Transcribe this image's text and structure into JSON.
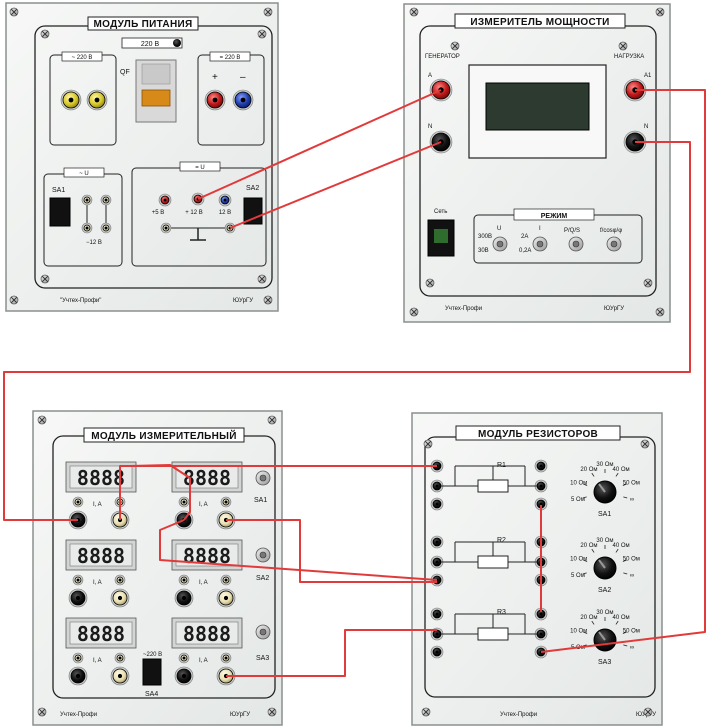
{
  "colors": {
    "panel": "#eef1f0",
    "panel_border": "#7d8582",
    "wire": "#e13a3a",
    "socket_black": "#111111",
    "socket_yellow": "#d7c92a",
    "socket_red": "#c01818",
    "socket_blue": "#1f3fae",
    "display_bg": "#1a1a1a",
    "display_segment": "#2b2b2b",
    "lcd": "#2d3a30"
  },
  "power_module": {
    "title": "МОДУЛЬ ПИТАНИЯ",
    "mains_label": "220 В",
    "ac_label": "~ 220 В",
    "dc_label": "= 220 В",
    "breaker_label": "QF",
    "plus": "+",
    "minus": "–",
    "sa1": "SA1",
    "sa2": "SA2",
    "ac_u": "~ U",
    "dc_u": "= U",
    "minus_12": "−12 В",
    "plus_5": "+5 В",
    "plus_12": "+ 12 В",
    "v12": "12 В",
    "brand": "\"Учтех-Профи\"",
    "uni": "ЮУрГУ"
  },
  "power_meter": {
    "title": "ИЗМЕРИТЕЛЬ МОЩНОСТИ",
    "generator": "ГЕНЕРАТОР",
    "load": "НАГРУЗКА",
    "a": "A",
    "a1": "A1",
    "n_left": "N",
    "n_right": "N",
    "net": "Сеть",
    "mode": "РЕЖИМ",
    "u_label": "U",
    "i_label": "I",
    "v300": "300В",
    "v30": "30В",
    "a2": "2A",
    "a02": "0,2A",
    "pqs": "P/Q/S",
    "fcos": "f/cosφ/φ",
    "brand": "Учтех-Профи",
    "uni": "ЮУрГУ"
  },
  "measure_module": {
    "title": "МОДУЛЬ ИЗМЕРИТЕЛЬНЫЙ",
    "display_text": "8888",
    "ia": "I, A",
    "sa1": "SA1",
    "sa2": "SA2",
    "sa3": "SA3",
    "sa4": "SA4",
    "v220": "~220 В",
    "brand": "Учтех-Профи",
    "uni": "ЮУрГУ"
  },
  "resistor_module": {
    "title": "МОДУЛЬ РЕЗИСТОРОВ",
    "r1": "R1",
    "r2": "R2",
    "r3": "R3",
    "sa1": "SA1",
    "sa2": "SA2",
    "sa3": "SA3",
    "ohm5": "5 Ом",
    "ohm10": "10 Ом",
    "ohm20": "20 Ом",
    "ohm30": "30 Ом",
    "ohm40": "40 Ом",
    "ohm50": "50 Ом",
    "inf": "∞",
    "brand": "Учтех-Профи",
    "uni": "ЮУрГУ"
  }
}
